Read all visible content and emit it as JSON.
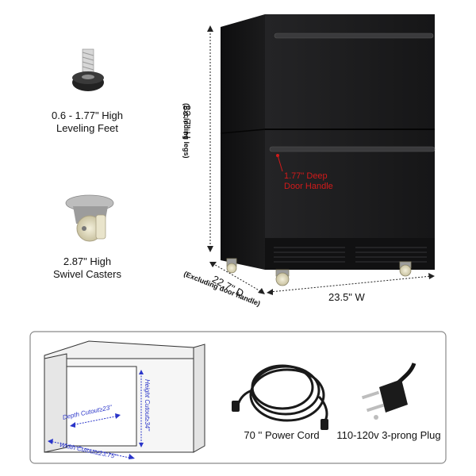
{
  "accessories": {
    "leveling_feet": {
      "line1": "0.6 - 1.77\" High",
      "line2": "Leveling Feet"
    },
    "casters": {
      "line1": "2.87\" High",
      "line2": "Swivel Casters"
    }
  },
  "dimensions": {
    "height": "33.7\" H",
    "height_note": "(Excluding legs)",
    "depth": "22.7\" D",
    "depth_note": "(Excluding door handle)",
    "width": "23.5\" W",
    "handle_line1": "1.77\" Deep",
    "handle_line2": "Door Handle"
  },
  "cutout": {
    "depth": "Depth Cutout≥23\"",
    "height": "Height Cutout≥34\"",
    "width": "Width Cutout≥23.75\""
  },
  "cord": {
    "label": "70 '' Power Cord"
  },
  "plug": {
    "label": "110-120v 3-prong Plug"
  },
  "colors": {
    "appliance": "#1d1d1f",
    "handle_text": "#d11a1a",
    "cutout_text": "#2a35c9"
  }
}
